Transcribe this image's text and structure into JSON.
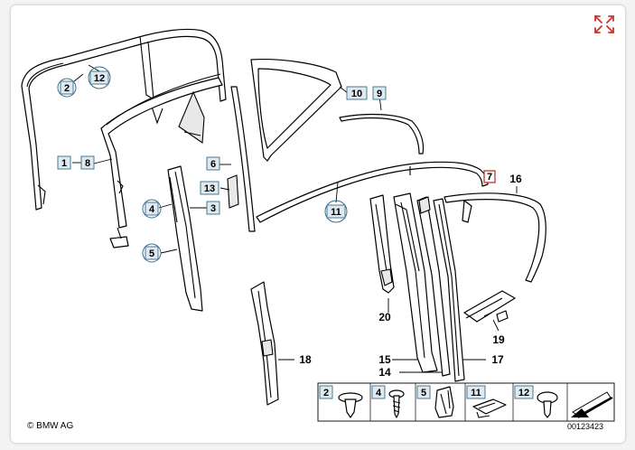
{
  "diagram": {
    "callouts": {
      "c1": "1",
      "c2": "2",
      "c3": "3",
      "c4": "4",
      "c5": "5",
      "c6": "6",
      "c7": "7",
      "c8": "8",
      "c9": "9",
      "c10": "10",
      "c11": "11",
      "c12": "12",
      "c13": "13",
      "c14": "14",
      "c15": "15",
      "c16": "16",
      "c17": "17",
      "c18": "18",
      "c19": "19",
      "c20": "20"
    },
    "legend": {
      "items": [
        {
          "num": "2"
        },
        {
          "num": "4"
        },
        {
          "num": "5"
        },
        {
          "num": "11"
        },
        {
          "num": "12"
        }
      ]
    },
    "copyright": "© BMW AG",
    "diagram_code": "00123423"
  },
  "toolbar": {
    "expand_icon": "expand-icon",
    "accent": "#d0312d"
  }
}
